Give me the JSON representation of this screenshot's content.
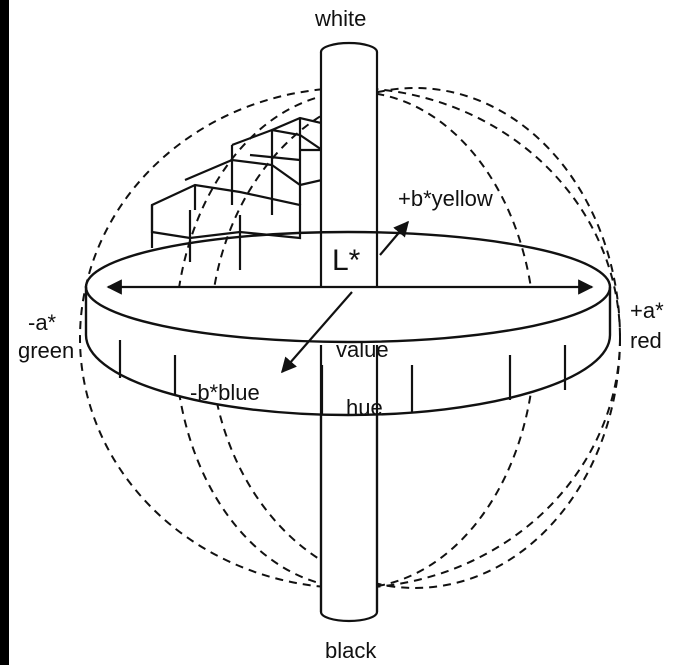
{
  "labels": {
    "white": "white",
    "black": "black",
    "L_star": "L*",
    "pos_b": "+b*yellow",
    "neg_a": "-a*",
    "neg_a_color": "green",
    "pos_a": "+a*",
    "pos_a_color": "red",
    "value": "value",
    "neg_b": "-b*blue",
    "hue": "hue"
  },
  "colors": {
    "ink": "#111111",
    "background": "#ffffff",
    "left_border": "#000000"
  }
}
